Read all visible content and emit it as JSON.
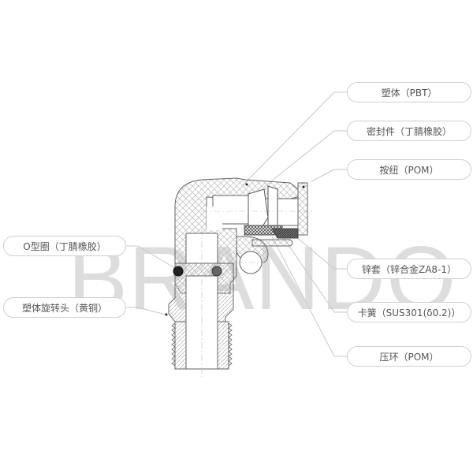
{
  "watermark": "BRANDO",
  "colors": {
    "line": "#c8c8c8",
    "outline": "#555555",
    "hatch": "#bbbbbb",
    "text": "#555555",
    "seal": "#333333"
  },
  "labels_right": [
    {
      "id": "body",
      "text": "塑体（PBT）"
    },
    {
      "id": "seal",
      "text": "密封件（丁腈橡胶）"
    },
    {
      "id": "release-button",
      "text": "按纽（POM）"
    },
    {
      "id": "zinc-sleeve",
      "text": "锌套（锌合金ZA8-1）"
    },
    {
      "id": "collet-spring",
      "text": "卡簧（SUS301(δ0.2)）"
    },
    {
      "id": "press-ring",
      "text": "压环（POM）"
    }
  ],
  "labels_left": [
    {
      "id": "o-ring",
      "text": "O型圈（丁腈橡胶）"
    },
    {
      "id": "swivel-head",
      "text": "塑体旋转头（黄铜）"
    }
  ]
}
